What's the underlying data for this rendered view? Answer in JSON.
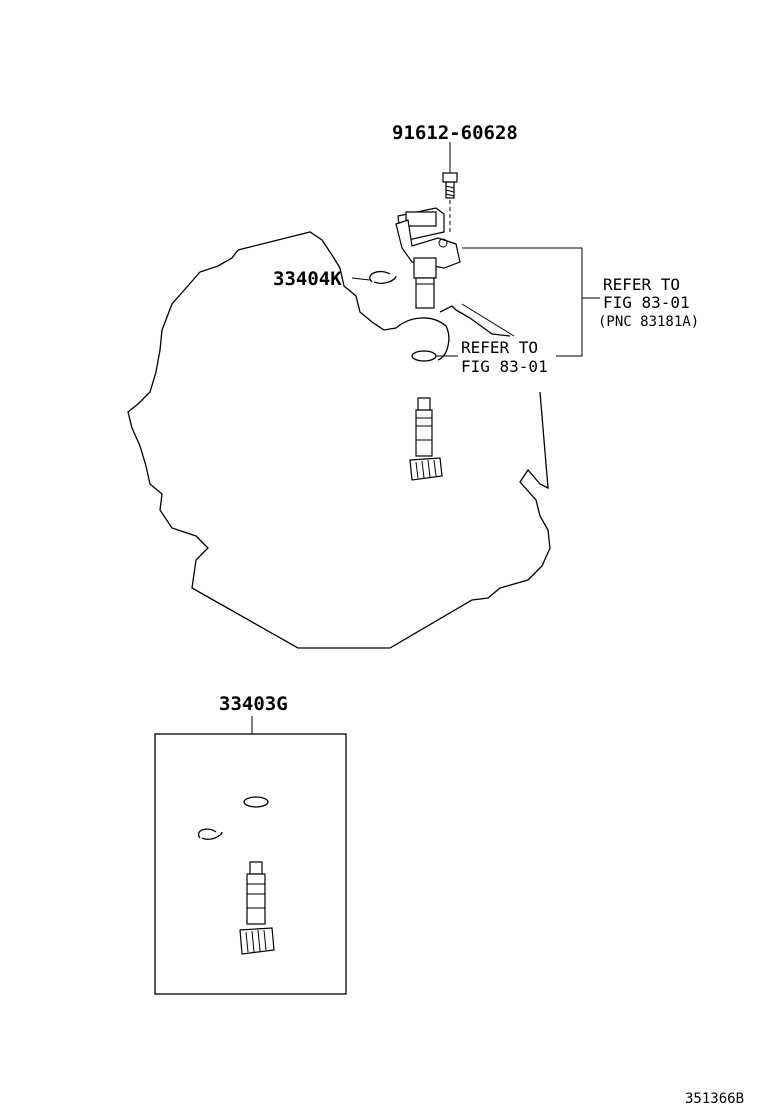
{
  "labels": {
    "bolt_part": "91612-60628",
    "clip_part": "33404K",
    "kit_part": "33403G",
    "refer_right_line1": "REFER TO",
    "refer_right_line2": "FIG 83-01",
    "refer_right_line3": "(PNC 83181A)",
    "refer_center_line1": "REFER TO",
    "refer_center_line2": "FIG 83-01",
    "diagram_code": "351366B"
  }
}
